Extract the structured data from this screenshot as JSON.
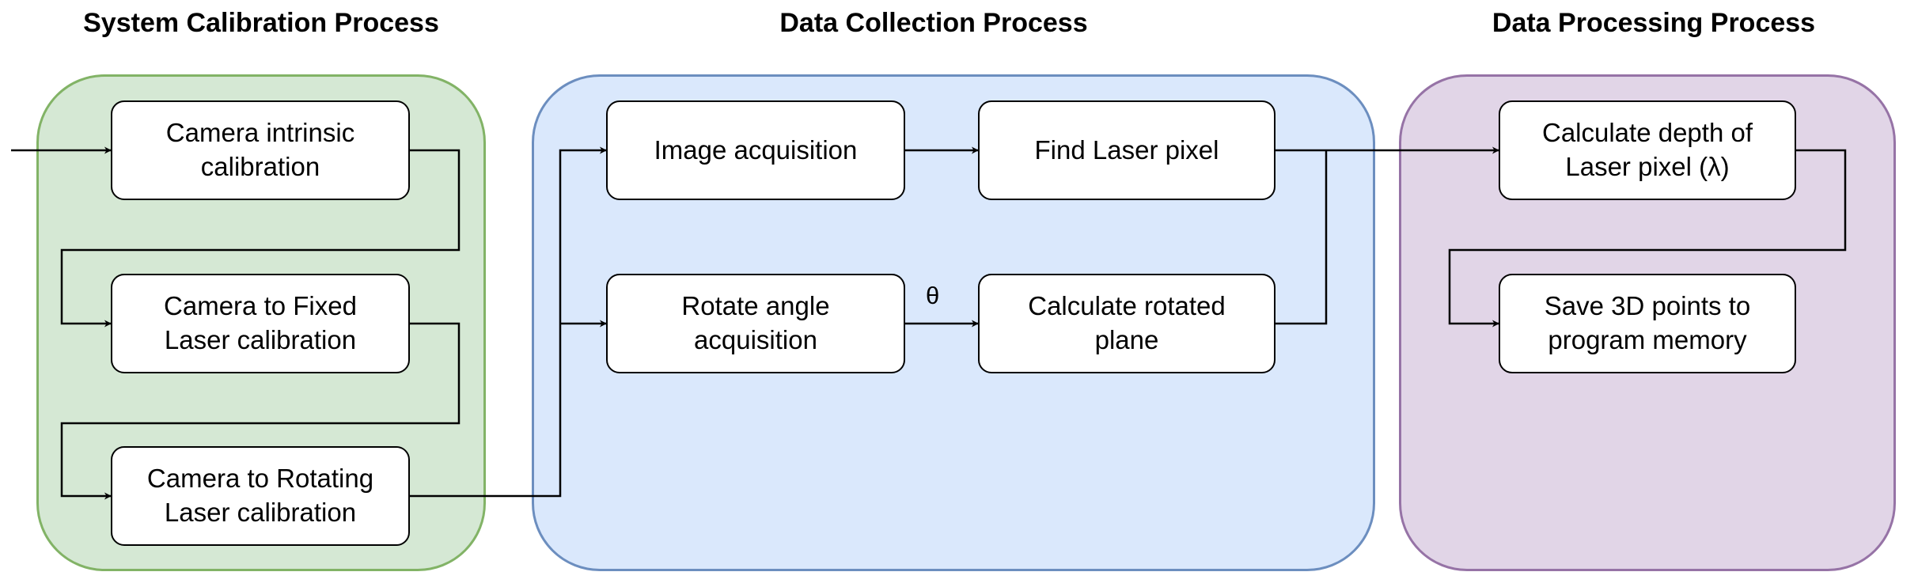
{
  "titles": {
    "calibration": "System Calibration Process",
    "collection": "Data Collection Process",
    "processing": "Data Processing Process"
  },
  "nodes": {
    "intrinsic": "Camera intrinsic\ncalibration",
    "fixed_laser": "Camera to Fixed\nLaser calibration",
    "rotating_laser": "Camera to Rotating\nLaser calibration",
    "image_acq": "Image acquisition",
    "find_laser": "Find Laser pixel",
    "rotate_angle": "Rotate angle\nacquisition",
    "rotated_plane": "Calculate rotated\nplane",
    "depth": "Calculate depth of\nLaser pixel (λ)",
    "save_points": "Save 3D points to\nprogram memory"
  },
  "edge_labels": {
    "theta": "θ"
  },
  "colors": {
    "calibration_fill": "#d5e8d4",
    "calibration_stroke": "#82b366",
    "collection_fill": "#dae8fc",
    "collection_stroke": "#6c8ebf",
    "processing_fill": "#e1d5e7",
    "processing_stroke": "#9673a6"
  }
}
